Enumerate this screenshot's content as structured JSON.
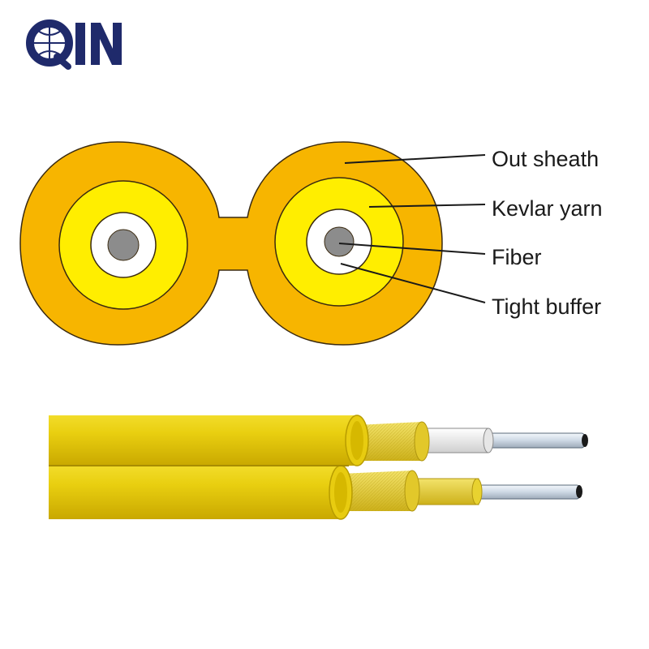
{
  "brand": {
    "logo_text": "QIN",
    "color": "#1f2a6b"
  },
  "labels": {
    "out_sheath": "Out sheath",
    "kevlar_yarn": "Kevlar yarn",
    "fiber": "Fiber",
    "tight_buffer": "Tight buffer"
  },
  "colors": {
    "out_sheath": "#f7b500",
    "kevlar_yarn": "#ffee00",
    "tight_buffer": "#ffffff",
    "fiber": "#8c8c8c",
    "outline": "#3a2a10"
  }
}
